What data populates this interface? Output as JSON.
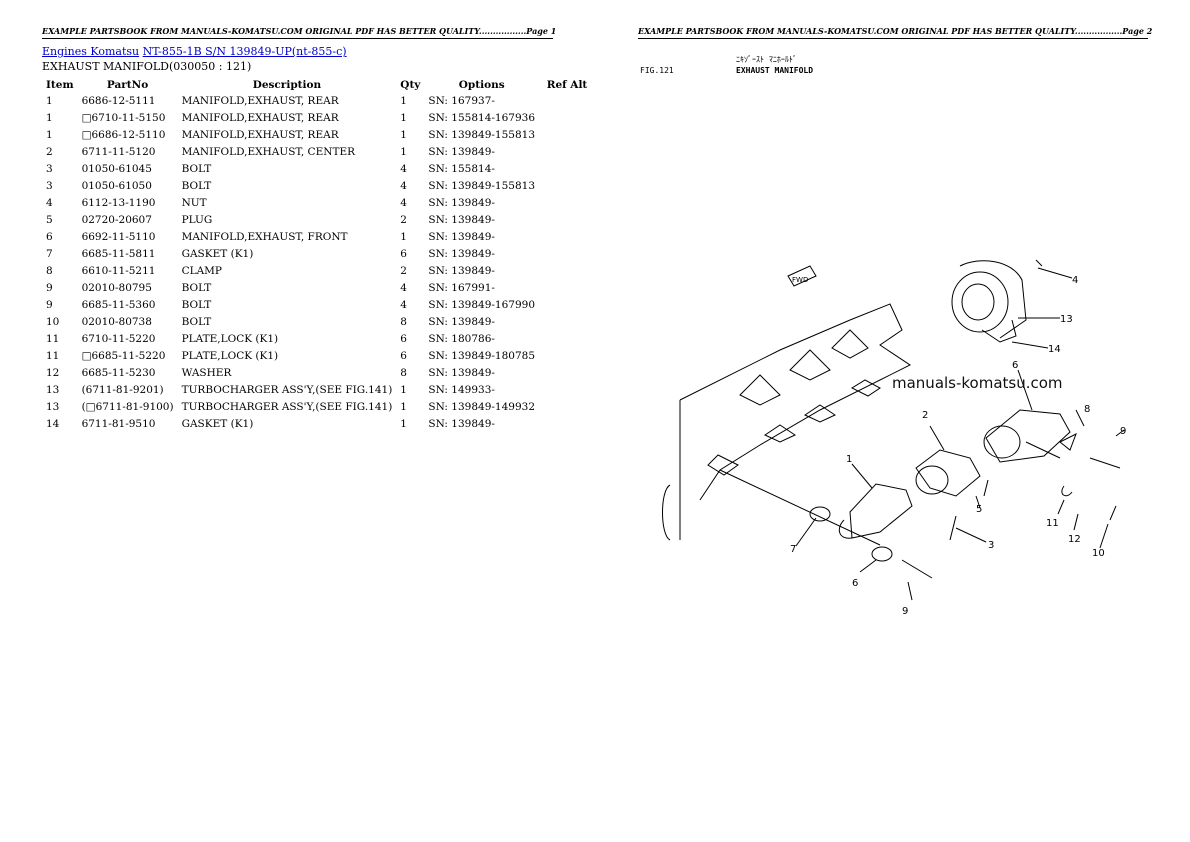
{
  "page_headers": [
    "EXAMPLE PARTSBOOK FROM MANUALS-KOMATSU.COM ORIGINAL PDF HAS BETTER QUALITY.................Page 1",
    "EXAMPLE PARTSBOOK FROM MANUALS-KOMATSU.COM ORIGINAL PDF HAS BETTER QUALITY.................Page 2"
  ],
  "breadcrumb": {
    "link1": "Engines Komatsu",
    "link2": "NT-855-1B S/N 139849-UP(nt-855-c)"
  },
  "section_title": "EXHAUST MANIFOLD(030050 : 121)",
  "table": {
    "headers": [
      "Item",
      "PartNo",
      "Description",
      "Qty",
      "Options",
      "Ref Alt"
    ],
    "rows": [
      [
        "1",
        "6686-12-5111",
        "MANIFOLD,EXHAUST, REAR",
        "1",
        "SN: 167937-"
      ],
      [
        "1",
        "□6710-11-5150",
        "MANIFOLD,EXHAUST, REAR",
        "1",
        "SN: 155814-167936"
      ],
      [
        "1",
        "□6686-12-5110",
        "MANIFOLD,EXHAUST, REAR",
        "1",
        "SN: 139849-155813"
      ],
      [
        "2",
        "6711-11-5120",
        "MANIFOLD,EXHAUST, CENTER",
        "1",
        "SN: 139849-"
      ],
      [
        "3",
        "01050-61045",
        "BOLT",
        "4",
        "SN: 155814-"
      ],
      [
        "3",
        "01050-61050",
        "BOLT",
        "4",
        "SN: 139849-155813"
      ],
      [
        "4",
        "6112-13-1190",
        "NUT",
        "4",
        "SN: 139849-"
      ],
      [
        "5",
        "02720-20607",
        "PLUG",
        "2",
        "SN: 139849-"
      ],
      [
        "6",
        "6692-11-5110",
        "MANIFOLD,EXHAUST, FRONT",
        "1",
        "SN: 139849-"
      ],
      [
        "7",
        "6685-11-5811",
        "GASKET (K1)",
        "6",
        "SN: 139849-"
      ],
      [
        "8",
        "6610-11-5211",
        "CLAMP",
        "2",
        "SN: 139849-"
      ],
      [
        "9",
        "02010-80795",
        "BOLT",
        "4",
        "SN: 167991-"
      ],
      [
        "9",
        "6685-11-5360",
        "BOLT",
        "4",
        "SN: 139849-167990"
      ],
      [
        "10",
        "02010-80738",
        "BOLT",
        "8",
        "SN: 139849-"
      ],
      [
        "11",
        "6710-11-5220",
        "PLATE,LOCK (K1)",
        "6",
        "SN: 180786-"
      ],
      [
        "11",
        "□6685-11-5220",
        "PLATE,LOCK (K1)",
        "6",
        "SN: 139849-180785"
      ],
      [
        "12",
        "6685-11-5230",
        "WASHER",
        "8",
        "SN: 139849-"
      ],
      [
        "13",
        "(6711-81-9201)",
        "TURBOCHARGER ASS'Y,(SEE FIG.141)",
        "1",
        "SN: 149933-"
      ],
      [
        "13",
        "(□6711-81-9100)",
        "TURBOCHARGER ASS'Y,(SEE FIG.141)",
        "1",
        "SN: 139849-149932"
      ],
      [
        "14",
        "6711-81-9510",
        "GASKET (K1)",
        "1",
        "SN: 139849-"
      ]
    ]
  },
  "figure": {
    "jp_title": "ﾆｷｿﾞｰｽﾄ ﾏﾆﾎｰﾙﾄﾞ",
    "number": "FIG.121",
    "title": "EXHAUST MANIFOLD",
    "watermark": "manuals-komatsu.com",
    "fwd_label": "FWD",
    "callouts": [
      "4",
      "13",
      "14",
      "6",
      "8",
      "9",
      "2",
      "1",
      "7",
      "5",
      "3",
      "6",
      "9",
      "11",
      "12",
      "10"
    ]
  }
}
